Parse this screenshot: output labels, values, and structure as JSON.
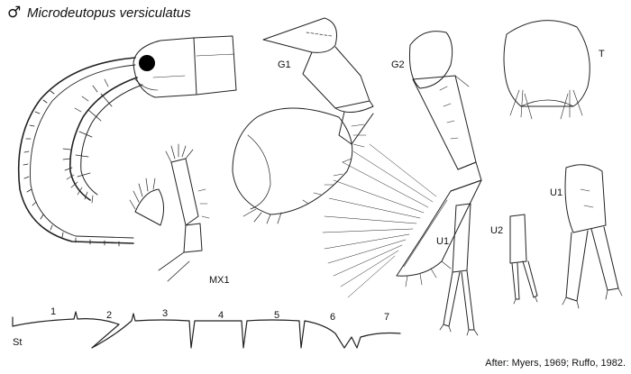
{
  "header": {
    "sex_symbol": "♂",
    "species": "Microdeutopus versiculatus"
  },
  "labels": {
    "g1": "G1",
    "g2": "G2",
    "t": "T",
    "mx1": "MX1",
    "u1_middle": "U1",
    "u2": "U2",
    "u1_right": "U1",
    "st": "St",
    "segments": [
      "1",
      "2",
      "3",
      "4",
      "5",
      "6",
      "7"
    ]
  },
  "credit": "After: Myers, 1969; Ruffo, 1982.",
  "colors": {
    "ink": "#111111",
    "eye": "#000000",
    "background": "#ffffff"
  }
}
